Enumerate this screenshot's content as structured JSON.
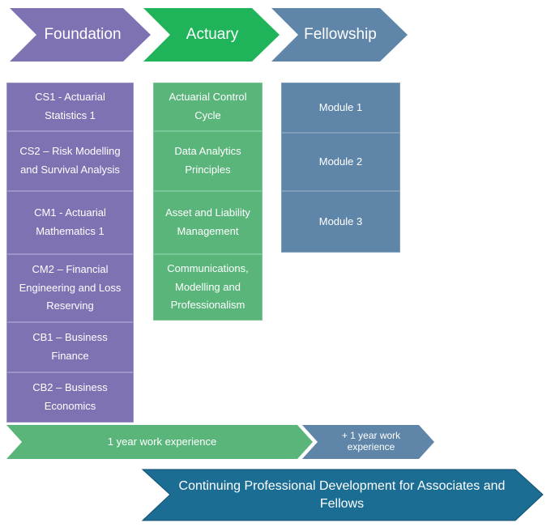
{
  "stages": [
    {
      "label": "Foundation",
      "color": "#7f72b3"
    },
    {
      "label": "Actuary",
      "color": "#1fb45a"
    },
    {
      "label": "Fellowship",
      "color": "#5f86a8"
    }
  ],
  "foundation_modules": [
    "CS1 - Actuarial Statistics 1",
    "CS2 – Risk Modelling and Survival Analysis",
    "CM1 - Actuarial Mathematics 1",
    "CM2 – Financial Engineering and Loss Reserving",
    "CB1 – Business Finance",
    "CB2 – Business Economics"
  ],
  "actuary_modules": [
    "Actuarial Control Cycle",
    "Data Analytics Principles",
    "Asset and Liability Management",
    "Communications, Modelling and Professionalism"
  ],
  "fellowship_modules": [
    "Module 1",
    "Module 2",
    "Module 3"
  ],
  "experience": {
    "first": "1 year work experience",
    "second": "+ 1 year work experience"
  },
  "cpd": {
    "label": "Continuing Professional Development for Associates and Fellows",
    "color": "#1b6d94"
  }
}
